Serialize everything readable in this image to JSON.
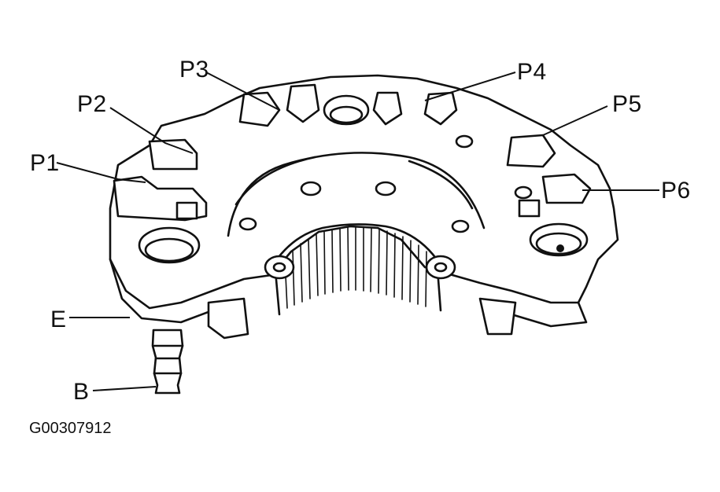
{
  "diagram": {
    "labels": {
      "p1": "P1",
      "p2": "P2",
      "p3": "P3",
      "p4": "P4",
      "p5": "P5",
      "p6": "P6",
      "e": "E",
      "b": "B"
    },
    "figure_code": "G00307912"
  }
}
